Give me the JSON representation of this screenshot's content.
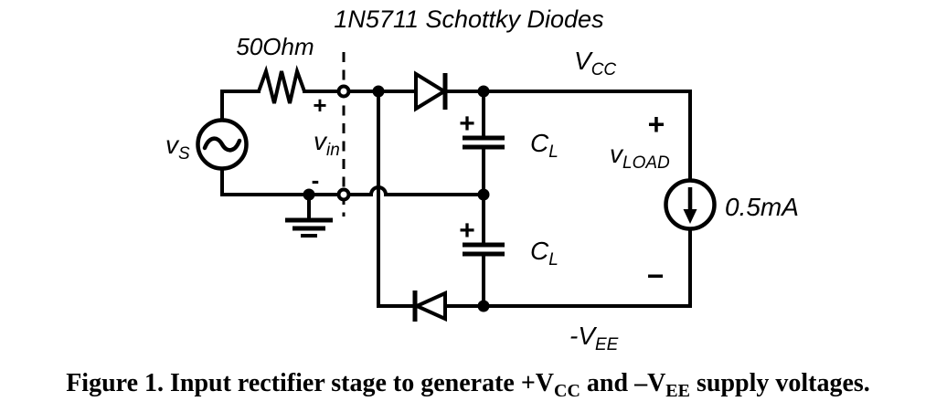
{
  "colors": {
    "ink": "#000000",
    "background": "#ffffff"
  },
  "schematic": {
    "title": "1N5711 Schottky Diodes",
    "resistor_value": "50Ohm",
    "source_label": {
      "base": "v",
      "sub": "S"
    },
    "vin": {
      "plus": "+",
      "base": "v",
      "sub": "in",
      "minus": "-"
    },
    "rail_top": {
      "base": "V",
      "sub": "CC"
    },
    "rail_bottom": {
      "base": "-V",
      "sub": "EE"
    },
    "cap_top": {
      "plus": "+",
      "base": "C",
      "sub": "L"
    },
    "cap_bottom": {
      "plus": "+",
      "base": "C",
      "sub": "L"
    },
    "load": {
      "plus": "+",
      "base": "v",
      "sub": "LOAD",
      "minus": "−"
    },
    "current_source_value": "0.5mA"
  },
  "caption": {
    "part1": "Figure 1. Input rectifier stage to generate +V",
    "sub1": "CC",
    "part2": " and –V",
    "sub2": "EE",
    "part3": " supply voltages."
  }
}
